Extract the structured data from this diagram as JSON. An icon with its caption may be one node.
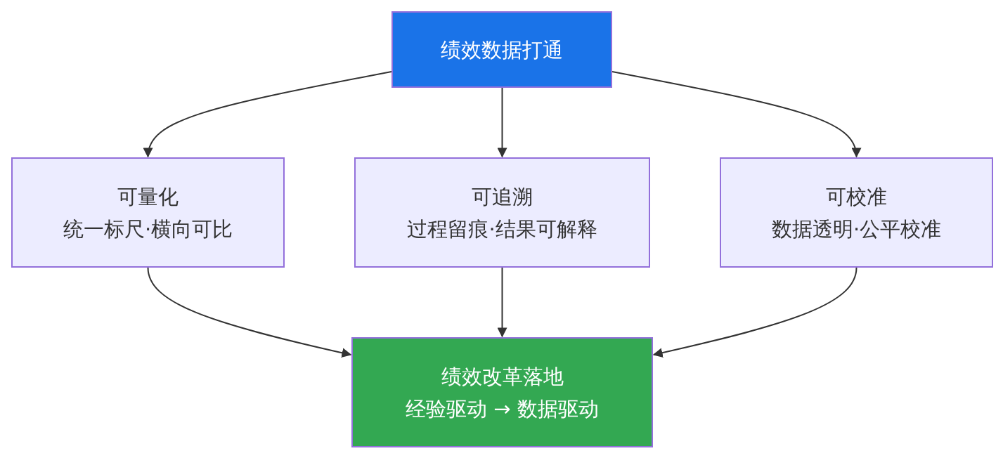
{
  "diagram": {
    "nodes": [
      {
        "text": [
          "绩效数据打通"
        ]
      },
      {
        "text": [
          "可量化",
          "统一标尺·横向可比"
        ]
      },
      {
        "text": [
          "可追溯",
          "过程留痕·结果可解释"
        ]
      },
      {
        "text": [
          "可校准",
          "数据透明·公平校准"
        ]
      },
      {
        "text": [
          "绩效改革落地",
          "经验驱动 → 数据驱动"
        ]
      }
    ],
    "edges": [
      {
        "from": 0,
        "to": 1,
        "arrow": "to"
      },
      {
        "from": 0,
        "to": 2,
        "arrow": "to"
      },
      {
        "from": 0,
        "to": 3,
        "arrow": "to"
      },
      {
        "from": 1,
        "to": 4,
        "arrow": "to"
      },
      {
        "from": 2,
        "to": 4,
        "arrow": "to"
      },
      {
        "from": 3,
        "to": 4,
        "arrow": "to"
      }
    ]
  }
}
